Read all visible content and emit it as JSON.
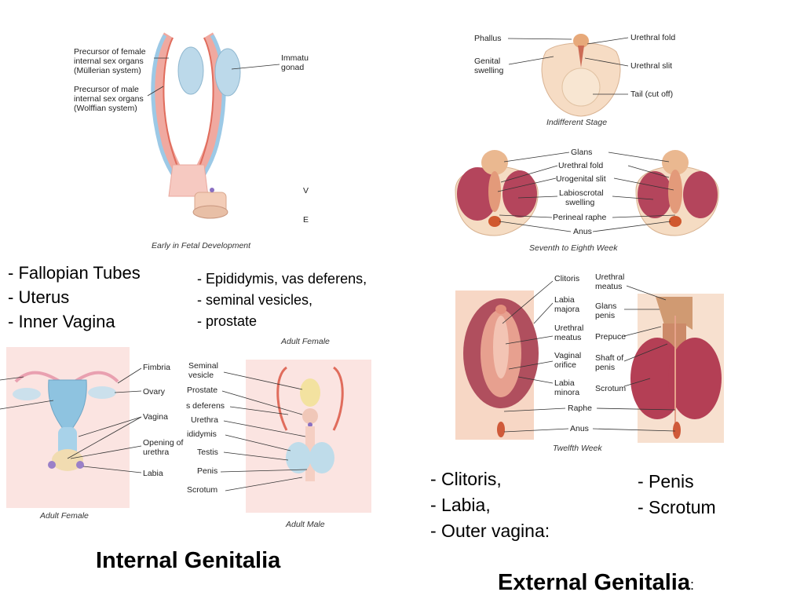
{
  "fetal_panel": {
    "labels": {
      "mullerian": [
        "Precursor of female",
        "internal sex organs",
        "(Müllerian system)"
      ],
      "wolffian": [
        "Precursor of male",
        "internal sex organs",
        "(Wolffian system)"
      ],
      "gonad": [
        "Immatu",
        "gonad"
      ],
      "cut_v": "V",
      "cut_e": "E"
    },
    "caption": "Early in Fetal Development"
  },
  "indifferent_panel": {
    "labels": {
      "phallus": "Phallus",
      "genital_swelling": [
        "Genital",
        "swelling"
      ],
      "urethral_fold": "Urethral fold",
      "urethral_slit": "Urethral slit",
      "tail": "Tail (cut off)"
    },
    "caption": "Indifferent Stage"
  },
  "week8_panel": {
    "labels": [
      "Glans",
      "Urethral fold",
      "Urogenital slit",
      "Labioscrotal",
      "swelling",
      "Perineal raphe",
      "Anus"
    ],
    "caption": "Seventh to Eighth Week"
  },
  "week12_panel": {
    "left_labels": [
      "Clitoris",
      "Labia",
      "majora",
      "Urethral",
      "meatus",
      "Vaginal",
      "orifice",
      "Labia",
      "minora"
    ],
    "right_labels": [
      "Urethral",
      "meatus",
      "Glans",
      "penis",
      "Prepuce",
      "Shaft of",
      "penis",
      "Scrotum"
    ],
    "center_labels": [
      "Raphe",
      "Anus"
    ],
    "caption": "Twelfth Week"
  },
  "adult_female_panel": {
    "labels": [
      "Fimbria",
      "Ovary",
      "Vagina",
      "Opening of",
      "urethra",
      "Labia"
    ],
    "caption": "Adult Female"
  },
  "adult_male_panel": {
    "labels": [
      "Seminal",
      "vesicle",
      "Prostate",
      "s deferens",
      "Urethra",
      "ididymis",
      "Testis",
      "Penis",
      "Scrotum"
    ],
    "top_caption": "Adult Female",
    "caption": "Adult Male"
  },
  "female_internal_list": [
    "- Fallopian Tubes",
    "- Uterus",
    "- Inner Vagina"
  ],
  "male_internal_list": [
    "- Epididymis, vas deferens,",
    "- seminal vesicles,",
    "- prostate"
  ],
  "female_external_list": [
    "- Clitoris,",
    "- Labia,",
    "- Outer vagina:"
  ],
  "male_external_list": [
    "- Penis",
    "- Scrotum"
  ],
  "headings": {
    "internal": "Internal Genitalia",
    "external": "External Genitalia",
    "external_suffix": ":"
  }
}
